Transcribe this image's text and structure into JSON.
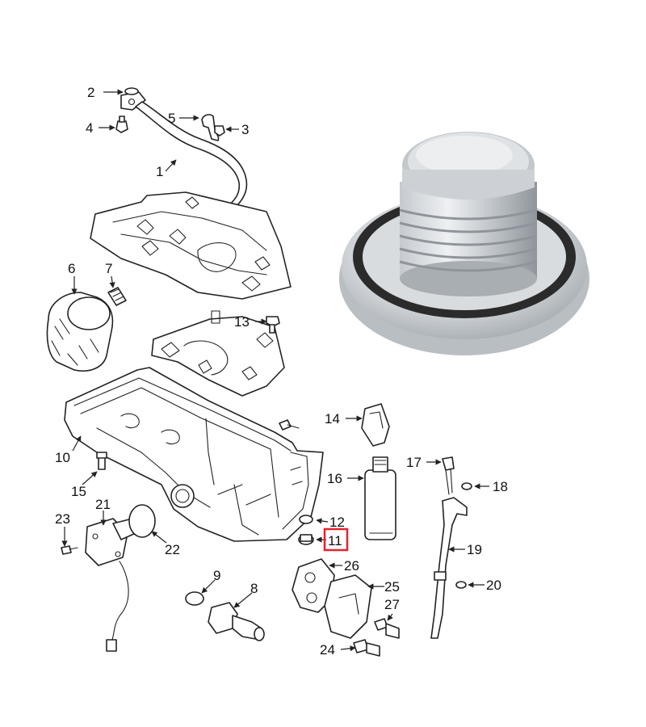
{
  "highlight_color": "#e8212b",
  "highlighted_part": "11",
  "photo_icon": "drain-plug-with-seal-photo",
  "callouts": [
    "1",
    "2",
    "3",
    "4",
    "5",
    "6",
    "7",
    "8",
    "9",
    "10",
    "11",
    "12",
    "13",
    "14",
    "15",
    "16",
    "17",
    "18",
    "19",
    "20",
    "21",
    "22",
    "23",
    "24",
    "25",
    "26",
    "27"
  ]
}
